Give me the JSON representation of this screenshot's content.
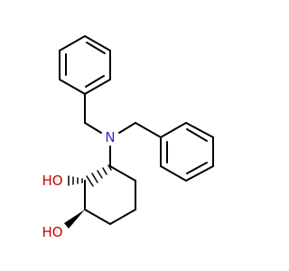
{
  "molecule": {
    "atoms": {
      "nitrogen": {
        "label": "N",
        "color": "#2d2dcc"
      },
      "hydroxyl_upper": {
        "label": "HO",
        "color": "#cc0000"
      },
      "hydroxyl_lower": {
        "label": "HO",
        "color": "#cc0000"
      }
    },
    "bond_color": "#000000"
  }
}
